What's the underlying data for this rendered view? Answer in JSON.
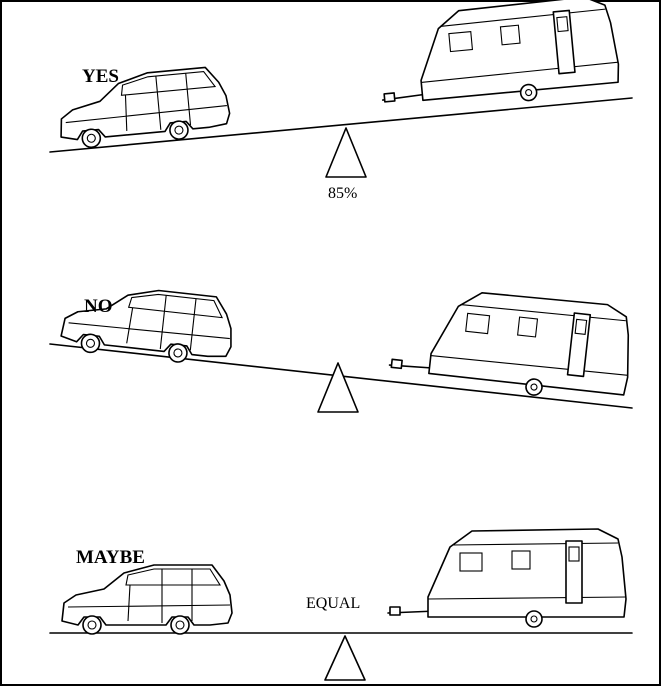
{
  "panels": [
    {
      "verdict": "YES",
      "note": "85%"
    },
    {
      "verdict": "NO",
      "note": ""
    },
    {
      "verdict": "MAYBE",
      "note": "EQUAL"
    }
  ]
}
